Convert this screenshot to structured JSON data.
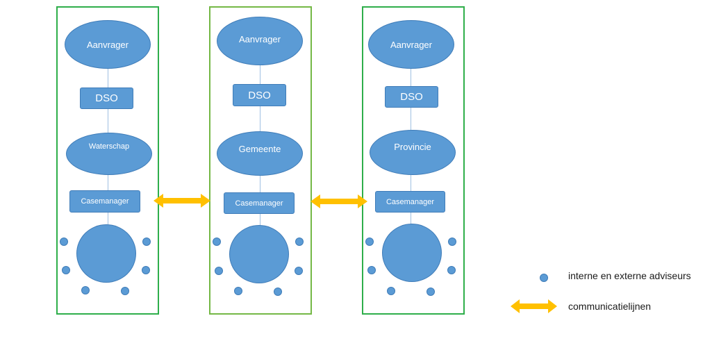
{
  "columns": [
    {
      "top": "Aanvrager",
      "platform": "DSO",
      "authority": "Waterschap",
      "manager": "Casemanager"
    },
    {
      "top": "Aanvrager",
      "platform": "DSO",
      "authority": "Gemeente",
      "manager": "Casemanager"
    },
    {
      "top": "Aanvrager",
      "platform": "DSO",
      "authority": "Provincie",
      "manager": "Casemanager"
    }
  ],
  "legend": {
    "advisors": "interne en externe adviseurs",
    "lines": "communicatielijnen"
  },
  "colors": {
    "node_fill": "#5b9bd5",
    "column_border": "#2eae4a",
    "arrow": "#ffc000"
  }
}
